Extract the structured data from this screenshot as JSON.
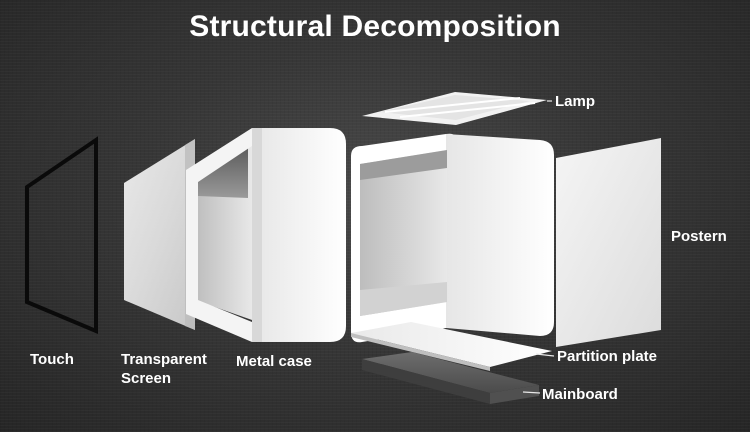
{
  "title": "Structural Decomposition",
  "labels": {
    "touch": "Touch",
    "transparent_screen_line1": "Transparent",
    "transparent_screen_line2": "Screen",
    "metal_case": "Metal case",
    "lamp": "Lamp",
    "postern": "Postern",
    "partition_plate": "Partition plate",
    "mainboard": "Mainboard"
  }
}
